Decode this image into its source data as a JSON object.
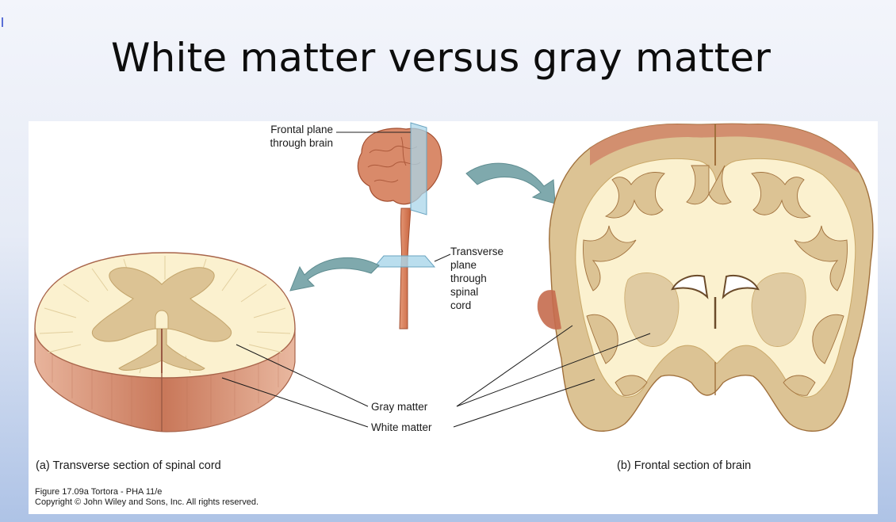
{
  "slide": {
    "title": "White matter versus gray matter"
  },
  "figure": {
    "labels": {
      "frontal_plane_line1": "Frontal plane",
      "frontal_plane_line2": "through brain",
      "transverse_line1": "Transverse",
      "transverse_line2": "plane",
      "transverse_line3": "through",
      "transverse_line4": "spinal",
      "transverse_line5": "cord",
      "gray_matter": "Gray matter",
      "white_matter": "White matter"
    },
    "captions": {
      "a": "(a) Transverse section of spinal cord",
      "b": "(b) Frontal section of brain"
    },
    "credit": {
      "line1": "Figure 17.09a  Tortora - PHA 11/e",
      "line2": "Copyright © John Wiley and Sons, Inc. All rights reserved."
    },
    "colors": {
      "white_matter": "#fbf1cf",
      "gray_matter": "#dcc394",
      "brain_surface": "#d98a6a",
      "arrow": "#7fa9ad",
      "plane": "#a9d6ea"
    }
  }
}
